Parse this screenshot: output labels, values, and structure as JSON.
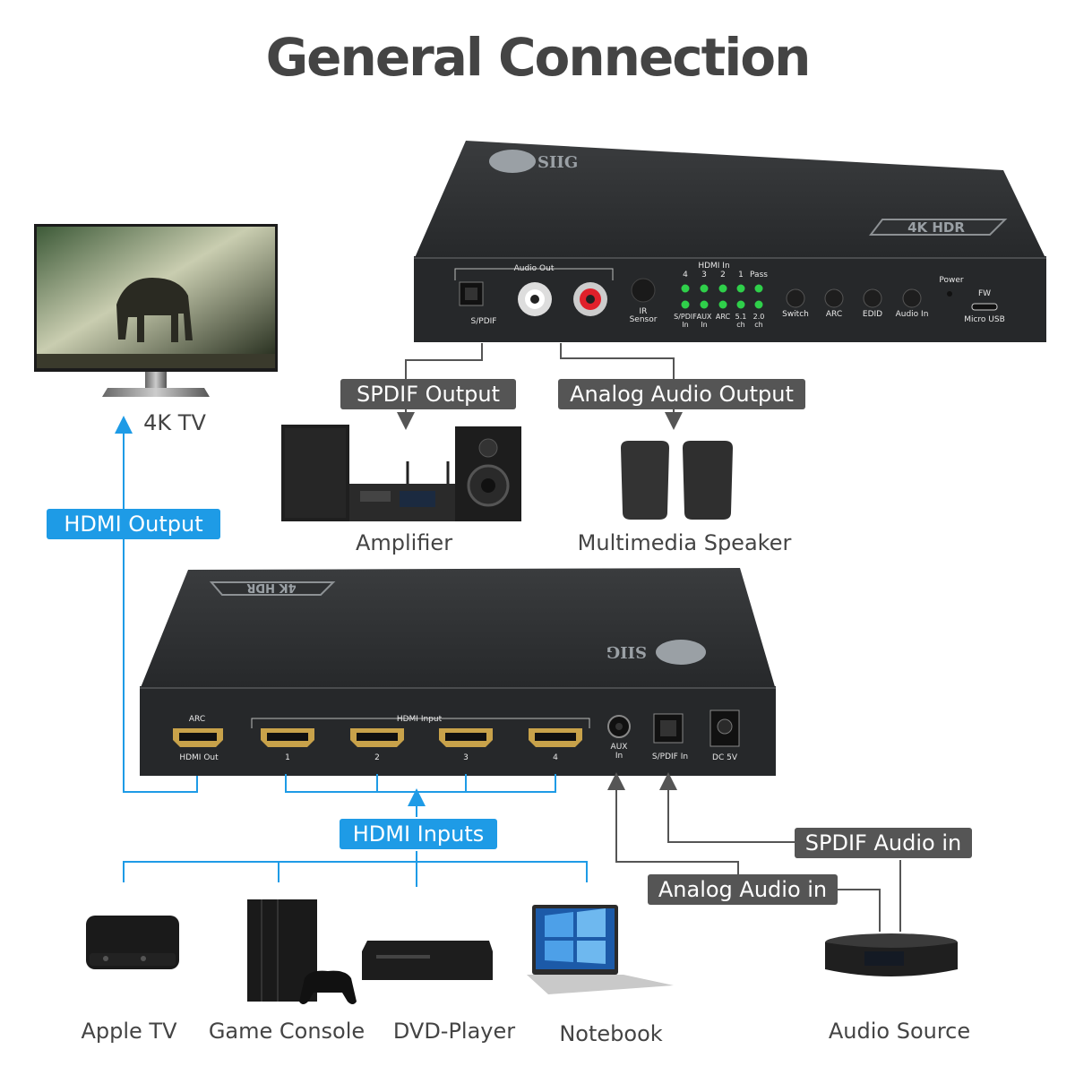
{
  "title": "General Connection",
  "labels": {
    "spdif_output": "SPDIF Output",
    "analog_audio_output": "Analog Audio Output",
    "hdmi_output": "HDMI Output",
    "hdmi_inputs": "HDMI Inputs",
    "spdif_audio_in": "SPDIF Audio in",
    "analog_audio_in": "Analog Audio in"
  },
  "devices": {
    "tv": "4K TV",
    "amplifier": "Amplifier",
    "speaker": "Multimedia Speaker",
    "apple_tv": "Apple TV",
    "game_console": "Game Console",
    "dvd_player": "DVD-Player",
    "notebook": "Notebook",
    "audio_source": "Audio Source"
  },
  "front_panel": {
    "brand": "SIIG",
    "badge": "4K HDR",
    "audio_out": "Audio Out",
    "spdif": "S/PDIF",
    "ir_sensor_1": "IR",
    "ir_sensor_2": "Sensor",
    "hdmi_in": "HDMI In",
    "led_numbers": [
      "4",
      "3",
      "2",
      "1",
      "Pass"
    ],
    "led_bottom_1": [
      "S/PDIF",
      "AUX",
      "ARC",
      "5.1",
      "2.0"
    ],
    "led_bottom_2": [
      "In",
      "In",
      "",
      "ch",
      "ch"
    ],
    "buttons": [
      "Switch",
      "ARC",
      "EDID",
      "Audio In"
    ],
    "power": "Power",
    "fw": "FW",
    "micro_usb": "Micro USB"
  },
  "back_panel": {
    "arc": "ARC",
    "hdmi_out": "HDMI Out",
    "hdmi_input": "HDMI Input",
    "ports": [
      "1",
      "2",
      "3",
      "4"
    ],
    "aux_1": "AUX",
    "aux_2": "In",
    "spdif_in": "S/PDIF In",
    "dc": "DC 5V"
  },
  "colors": {
    "blue": "#1e9be6",
    "gray_pill": "#555555",
    "arrow_gray": "#555555",
    "device": "#2b2d2f",
    "led": "#2fd04a"
  }
}
